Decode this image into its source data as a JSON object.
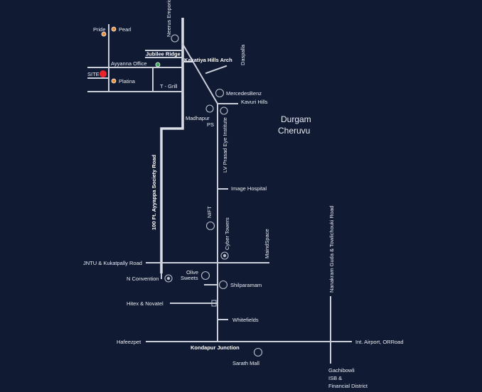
{
  "map": {
    "water_label_lines": [
      "Durgam",
      "Cheruvu"
    ],
    "roads": {
      "ayyappa": "100 Ft. Ayyappa Society Road",
      "lv_prasad": "LV Prasad Eye Institute",
      "nanakram": "Nanakram Guda & Towlichouki Road",
      "jntu": "JNTU & Kukatpally Road",
      "hafeezpet": "Hafeezpet",
      "int_airport": "Int. Airport, ORRoad"
    },
    "places": {
      "pride": "Pride",
      "pearl": "Pearl",
      "neerus": "Neerus Emporio",
      "jubilee": "Jubilee Ridge",
      "kakatiya": "Kakatiya Hills Arch",
      "daspalla": "Daspalla",
      "ayyanna": "Ayyanna Office",
      "site": "SITE",
      "platina": "Platina",
      "tgrill": "T - Grill",
      "mercedes": "MercedesBenz",
      "kavuri": "Kavuri Hills",
      "madhapur_ps_lines": [
        "Madhapur",
        "PS"
      ],
      "image_hospital": "Image Hospital",
      "nift": "NIFT",
      "cyber_towers": "Cyber Towers",
      "mindspace": "MaindSpace",
      "n_convention": "N Convention",
      "olive_lines": [
        "Olive",
        "Sweets"
      ],
      "shilparamam": "Shilparamam",
      "hitex": "Hitex & Novatel",
      "whitefields": "Whitefields",
      "kondapur": "Kondapur Junction",
      "sarath": "Sarath Mall",
      "gachibowli_lines": [
        "Gachibowli",
        "ISB &",
        "Financial District"
      ]
    },
    "colors": {
      "background": "#101a33",
      "road": "#c9ced8",
      "site_marker": "#e8242c",
      "poi_orange": "#e8913a",
      "poi_green": "#3aa55a"
    }
  }
}
